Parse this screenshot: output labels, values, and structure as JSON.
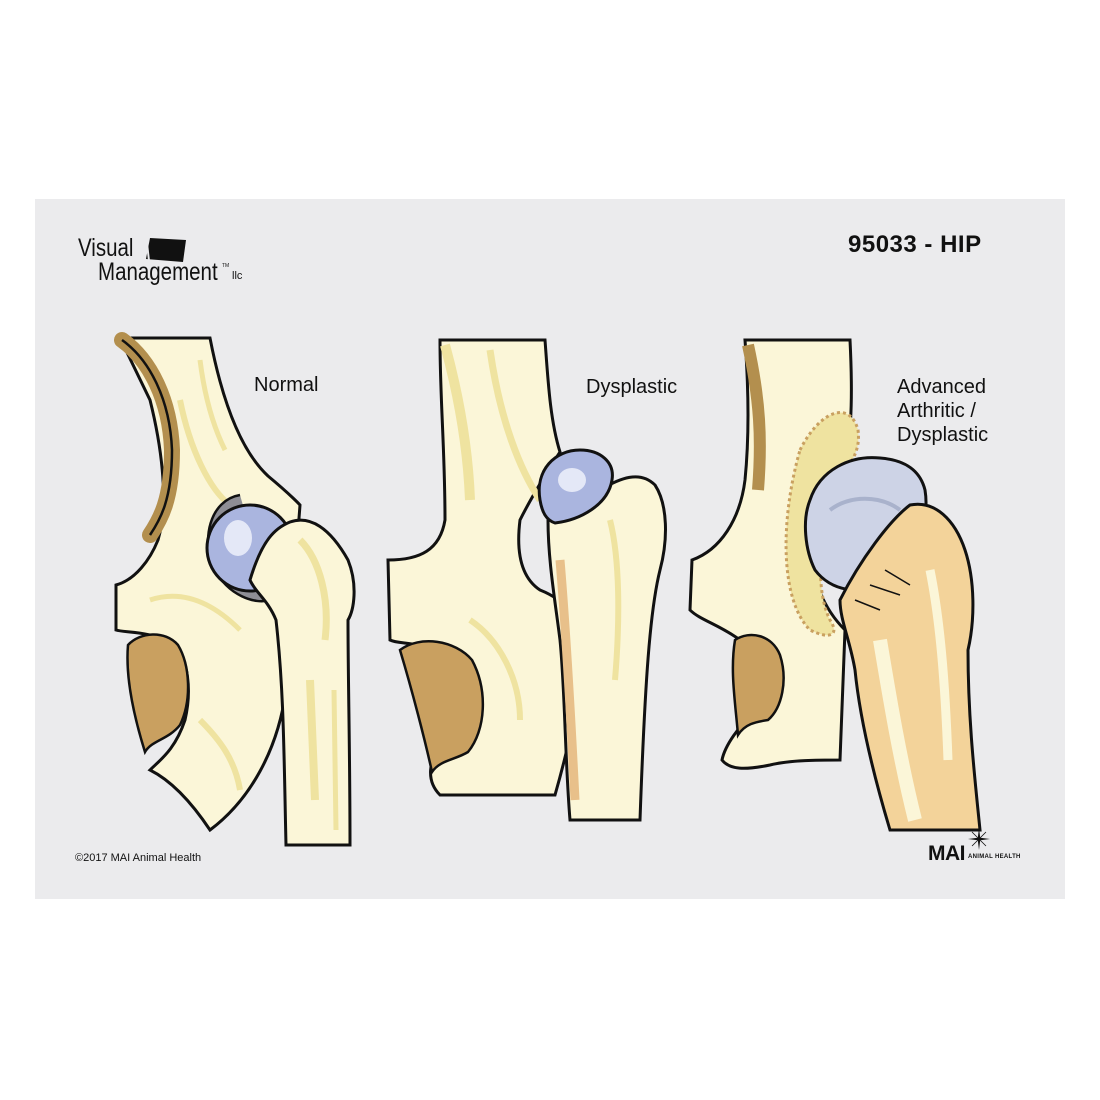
{
  "header": {
    "product_code": "95033 - HIP"
  },
  "brand": {
    "line1": "Visual",
    "line2": "Management",
    "suffix": "llc",
    "tm": "TM"
  },
  "panels": [
    {
      "label": "Normal"
    },
    {
      "label": "Dysplastic"
    },
    {
      "label_lines": [
        "Advanced",
        "Arthritic /",
        "Dysplastic"
      ]
    }
  ],
  "footer": {
    "copyright": "©2017 MAI Animal Health",
    "mai_logo": "MAI",
    "mai_sub": "ANIMAL HEALTH"
  },
  "colors": {
    "card_background": "#ebebed",
    "bone": "#fbf6d8",
    "bone_streak": "#efe3a0",
    "bone_shadow": "#c9a060",
    "cartilage": "#aab5df",
    "outline": "#111111"
  }
}
